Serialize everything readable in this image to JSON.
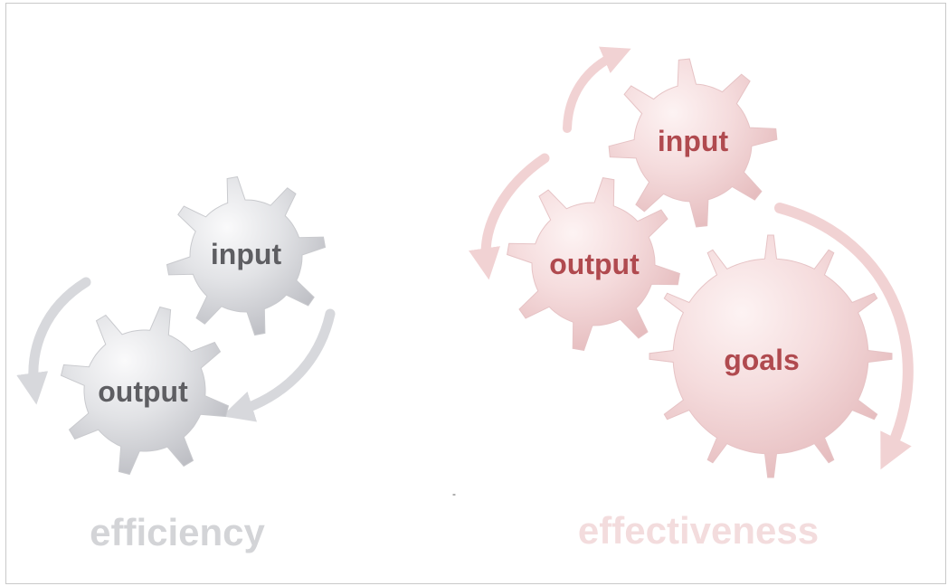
{
  "colors": {
    "gray_text": "#5e5e62",
    "gray_caption": "#d3d4d7",
    "gray_gear_light": "#f3f3f5",
    "gray_gear_mid": "#d8d9dd",
    "gray_gear_dark": "#b9bac0",
    "gray_arrow": "#d7d8dc",
    "red_text": "#b04a4f",
    "red_caption": "#f3dcdd",
    "red_gear_light": "#fbeeee",
    "red_gear_mid": "#f3d5d6",
    "red_gear_dark": "#e4b8ba",
    "red_arrow": "#f1d2d3"
  },
  "efficiency": {
    "caption": "efficiency",
    "gears": [
      {
        "id": "input",
        "label": "input"
      },
      {
        "id": "output",
        "label": "output"
      }
    ]
  },
  "effectiveness": {
    "caption": "effectiveness",
    "gears": [
      {
        "id": "input",
        "label": "input"
      },
      {
        "id": "output",
        "label": "output"
      },
      {
        "id": "goals",
        "label": "goals"
      }
    ]
  },
  "center_mark": "-"
}
